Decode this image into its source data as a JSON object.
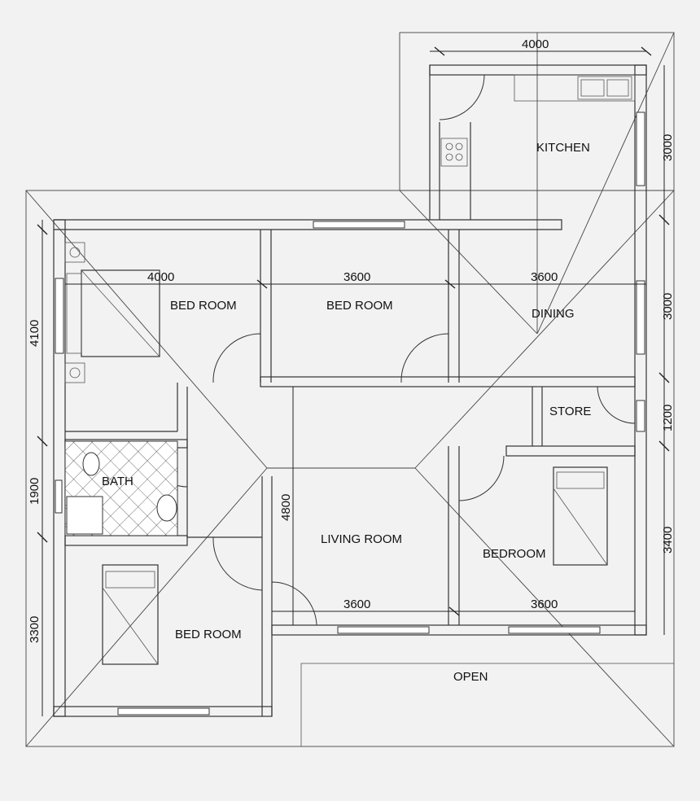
{
  "rooms": {
    "kitchen": "KITCHEN",
    "bedroom_1": "BED ROOM",
    "bedroom_2": "BED ROOM",
    "dining": "DINING",
    "store": "STORE",
    "bath": "BATH",
    "living_room": "LIVING ROOM",
    "bedroom_3": "BEDROOM",
    "bedroom_4": "BED ROOM",
    "open": "OPEN"
  },
  "dimensions": {
    "kitchen_width": "4000",
    "bedroom_1_width": "4000",
    "bedroom_2_width": "3600",
    "dining_width": "3600",
    "living_width": "3600",
    "bedroom_3_width": "3600",
    "left_bedroom_depth": "4100",
    "bath_depth": "1900",
    "bottom_bedroom_depth": "3300",
    "living_depth": "4800",
    "kitchen_depth": "3000",
    "dining_depth": "3000",
    "store_depth": "1200",
    "bedroom_3_depth": "3400"
  }
}
